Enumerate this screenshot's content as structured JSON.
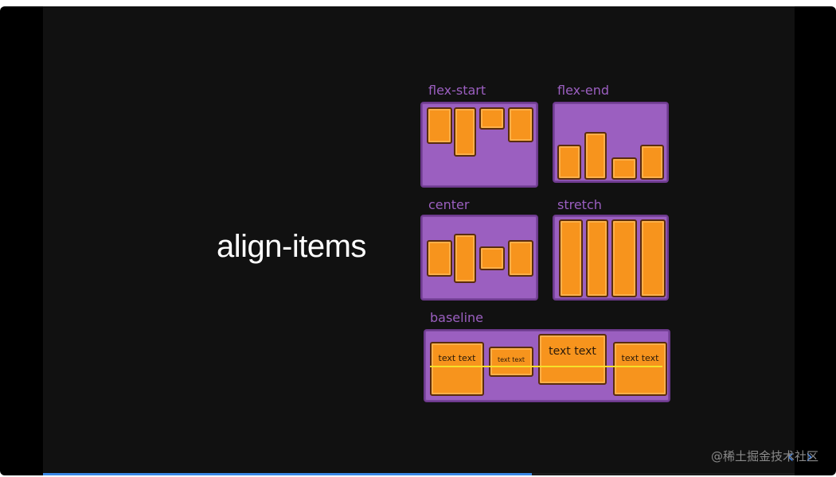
{
  "slide": {
    "title": "align-items"
  },
  "panels": {
    "flex_start": "flex-start",
    "flex_end": "flex-end",
    "center": "center",
    "stretch": "stretch",
    "baseline": "baseline"
  },
  "baseline_items": [
    "text text",
    "text text",
    "text text",
    "text text"
  ],
  "watermark": "@稀土掘金技术社区",
  "nav": {
    "prev": "‹",
    "next": "›"
  },
  "progress": {
    "fraction": 0.65
  },
  "colors": {
    "panel": "#9b5fc0",
    "box": "#f7941d",
    "baseline": "#f5e02a",
    "accent": "#3b88e6"
  }
}
